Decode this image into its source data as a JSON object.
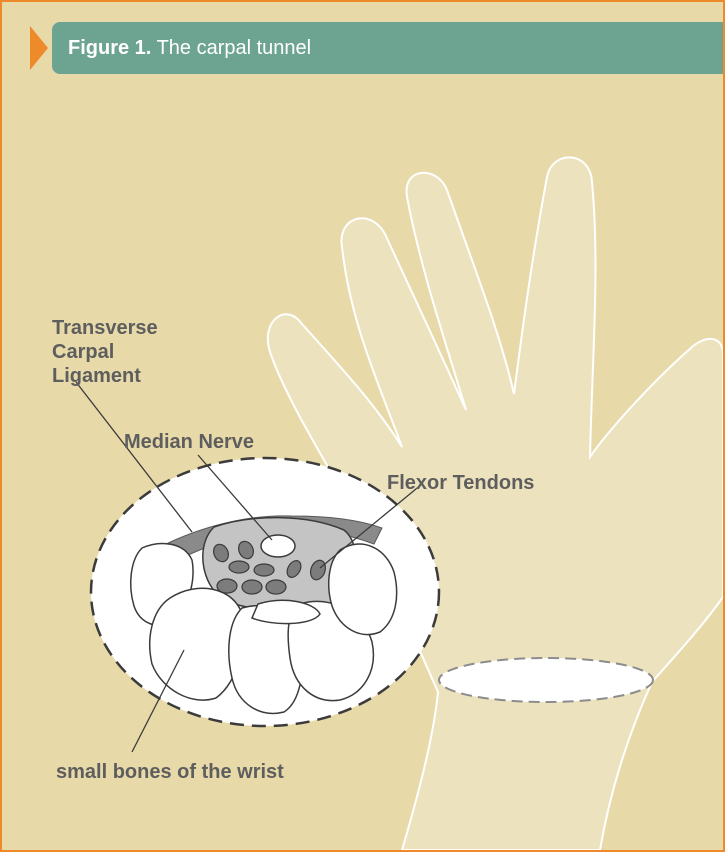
{
  "figure": {
    "number_label": "Figure 1.",
    "title": "The carpal tunnel"
  },
  "labels": {
    "ligament_line1": "Transverse",
    "ligament_line2": "Carpal",
    "ligament_line3": "Ligament",
    "median_nerve": "Median Nerve",
    "flexor_tendons": "Flexor Tendons",
    "small_bones": "small bones of the wrist"
  },
  "colors": {
    "frame_border": "#ef8a2b",
    "background": "#e8d9a9",
    "header": "#6da491",
    "hand": "#ede2be",
    "ligament": "#8a8a8a",
    "tunnel": "#c4c4c4",
    "tendon": "#7c7c7c",
    "label_text": "#5e5e5e"
  }
}
